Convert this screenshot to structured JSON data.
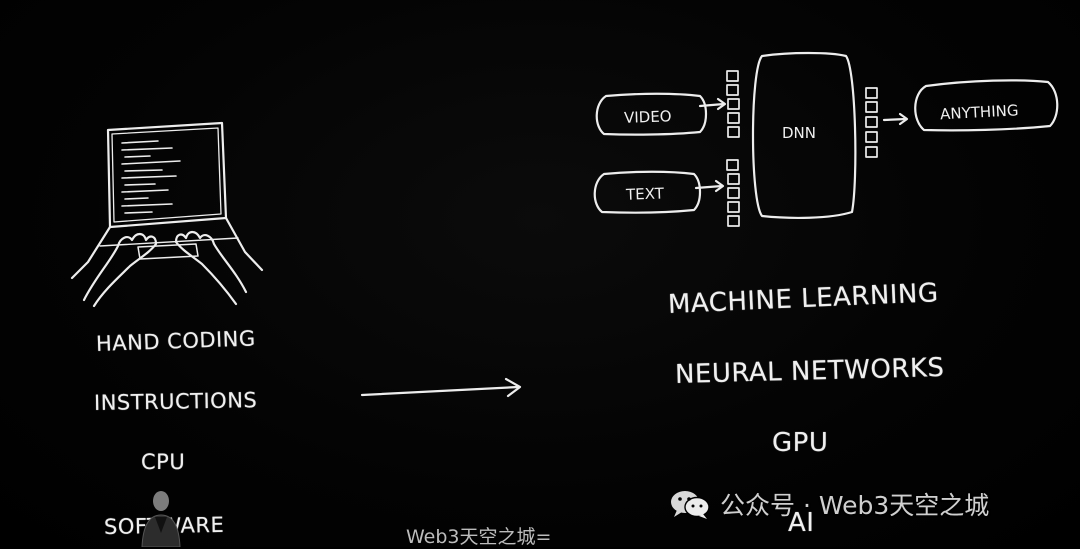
{
  "left": {
    "labels": [
      "HAND CODING",
      "INSTRUCTIONS",
      "CPU",
      "SOFTWARE"
    ]
  },
  "right": {
    "inputs": [
      "VIDEO",
      "TEXT"
    ],
    "model": "DNN",
    "output": "ANYTHING",
    "labels": [
      "MACHINE LEARNING",
      "NEURAL NETWORKS",
      "GPU",
      "AI"
    ]
  },
  "watermark": {
    "channel": "公众号 · Web3天空之城",
    "bottom": "Web3天空之城="
  },
  "colors": {
    "background": "#000000",
    "chalk": "#f0f0f0"
  },
  "icons": [
    "laptop-sketch-icon",
    "arrow-right-icon",
    "wechat-icon"
  ]
}
